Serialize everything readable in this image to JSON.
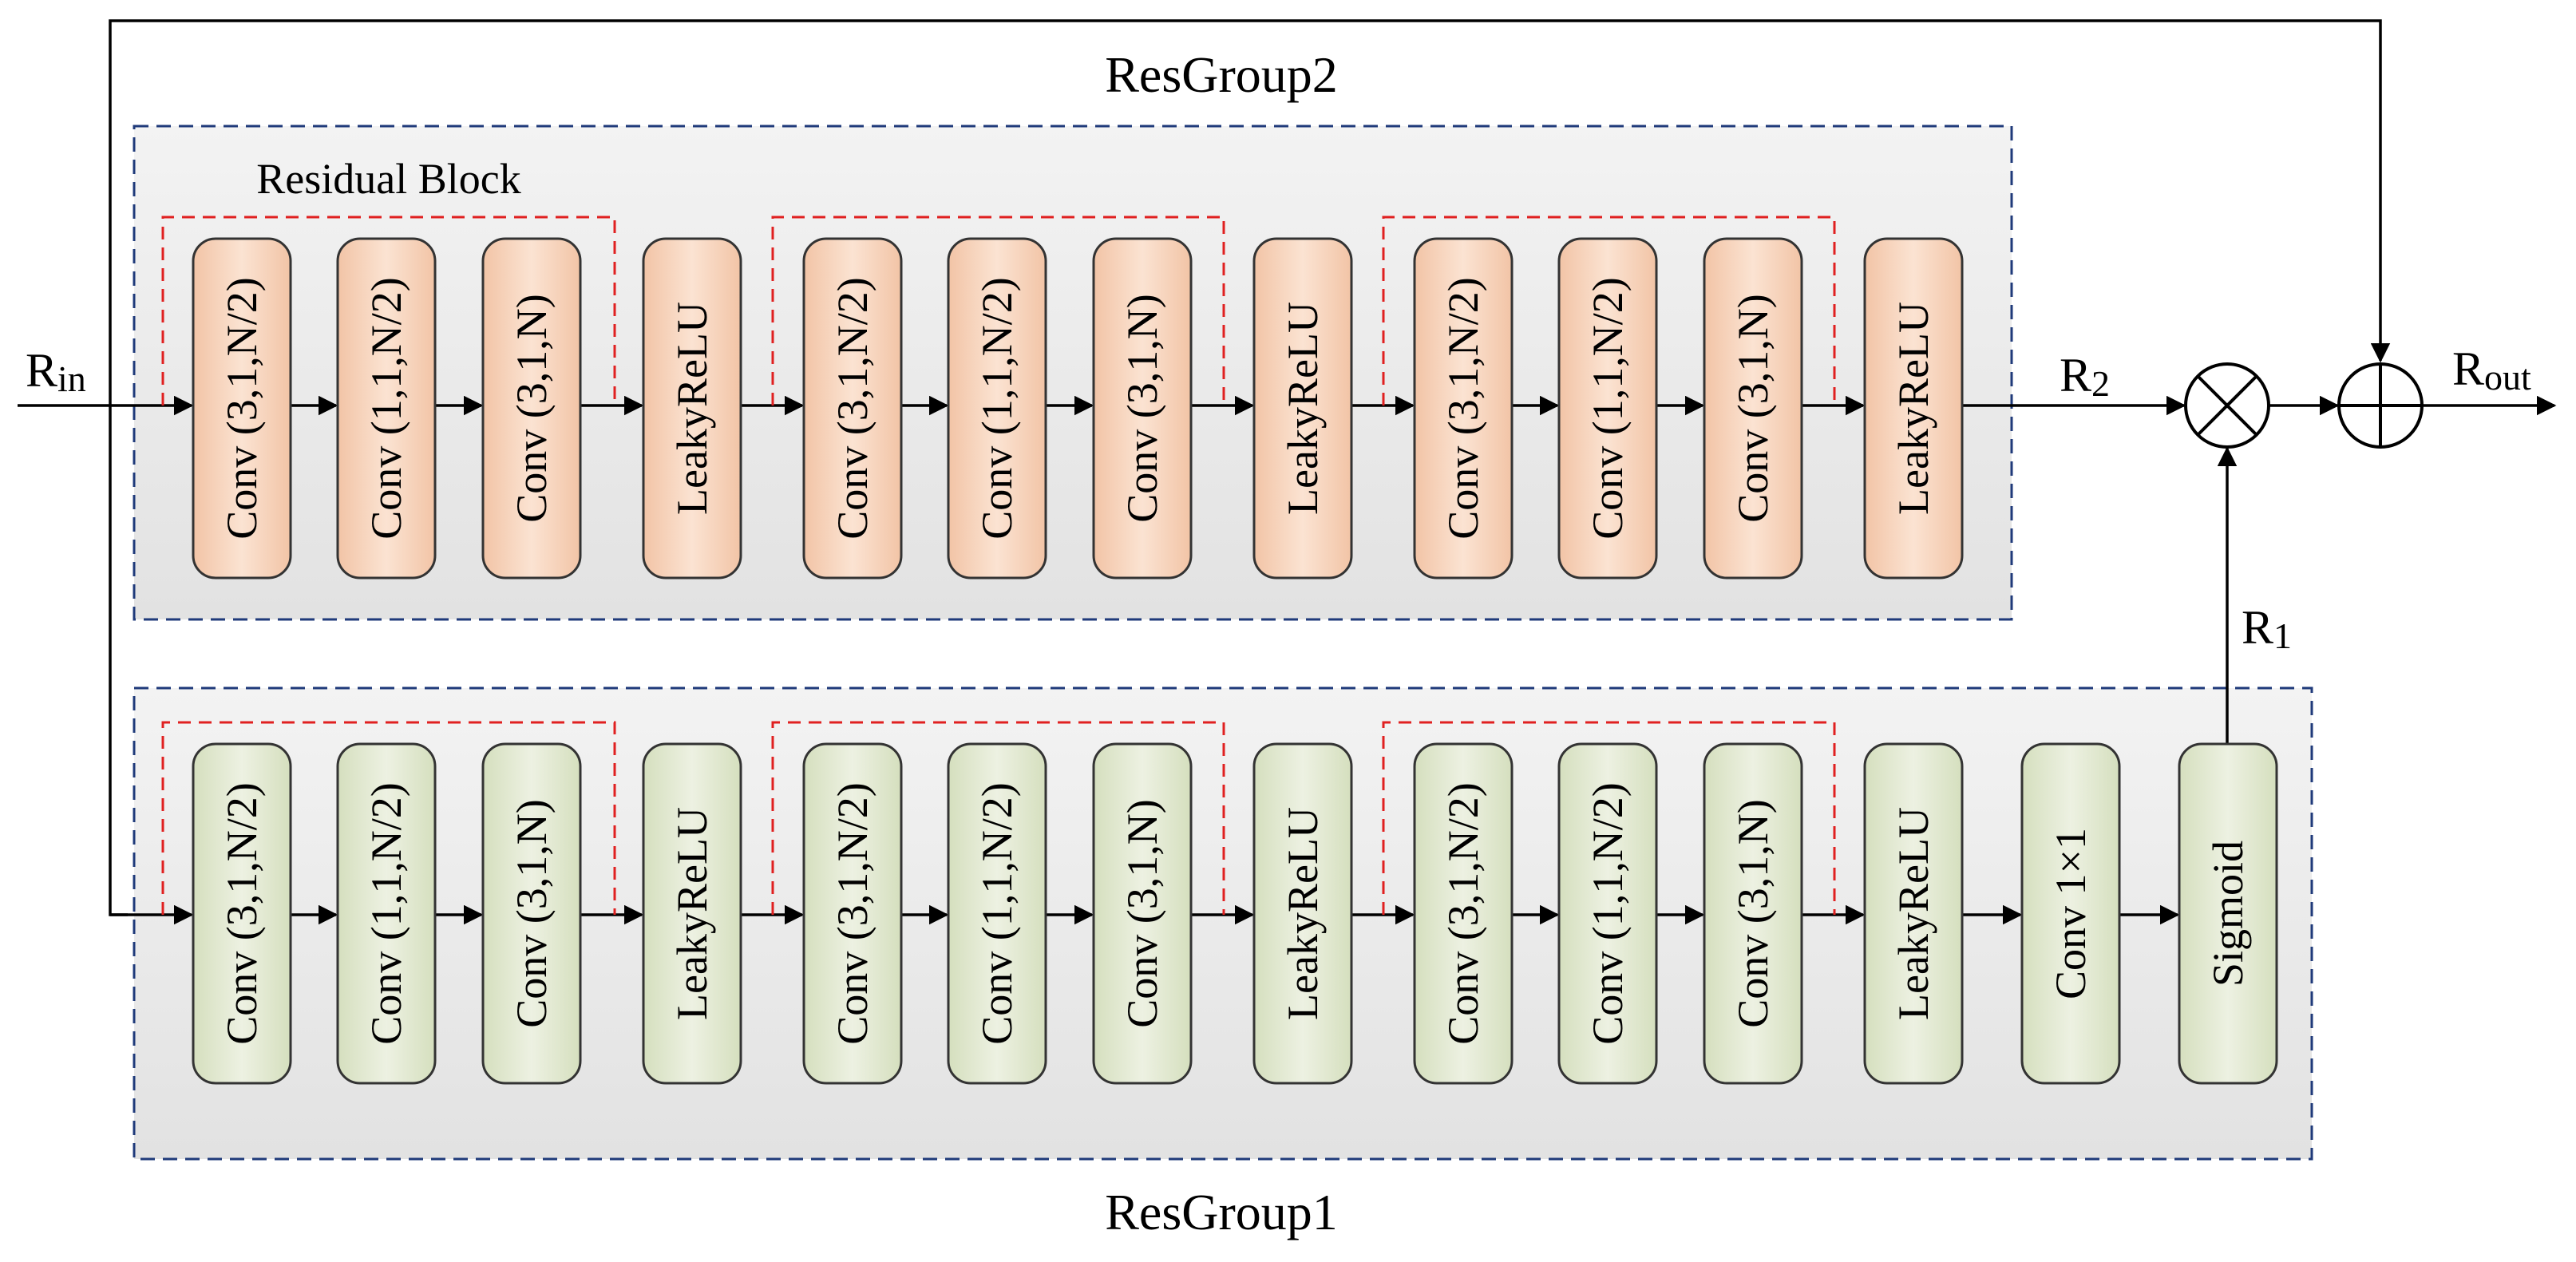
{
  "group_top": {
    "title": "ResGroup2",
    "residual_block_label": "Residual Block",
    "blocks": [
      "Conv (3,1,N/2)",
      "Conv (1,1,N/2)",
      "Conv (3,1,N)",
      "LeakyReLU",
      "Conv (3,1,N/2)",
      "Conv (1,1,N/2)",
      "Conv (3,1,N)",
      "LeakyReLU",
      "Conv (3,1,N/2)",
      "Conv (1,1,N/2)",
      "Conv (3,1,N)",
      "LeakyReLU"
    ]
  },
  "group_bottom": {
    "title": "ResGroup1",
    "blocks": [
      "Conv (3,1,N/2)",
      "Conv (1,1,N/2)",
      "Conv (3,1,N)",
      "LeakyReLU",
      "Conv (3,1,N/2)",
      "Conv (1,1,N/2)",
      "Conv (3,1,N)",
      "LeakyReLU",
      "Conv (3,1,N/2)",
      "Conv (1,1,N/2)",
      "Conv (3,1,N)",
      "LeakyReLU",
      "Conv 1×1",
      "Sigmoid"
    ]
  },
  "signals": {
    "input": {
      "main": "R",
      "sub": "in"
    },
    "output": {
      "main": "R",
      "sub": "out"
    },
    "r2": {
      "main": "R",
      "sub": "2"
    },
    "r1": {
      "main": "R",
      "sub": "1"
    }
  },
  "colors": {
    "top_block_fill": "#f6d2b8",
    "bottom_block_fill": "#dfe6cd",
    "group_background": "#eaeaea",
    "group_border": "#1f3a7a",
    "residual_border": "#e02020",
    "line": "#000000"
  }
}
